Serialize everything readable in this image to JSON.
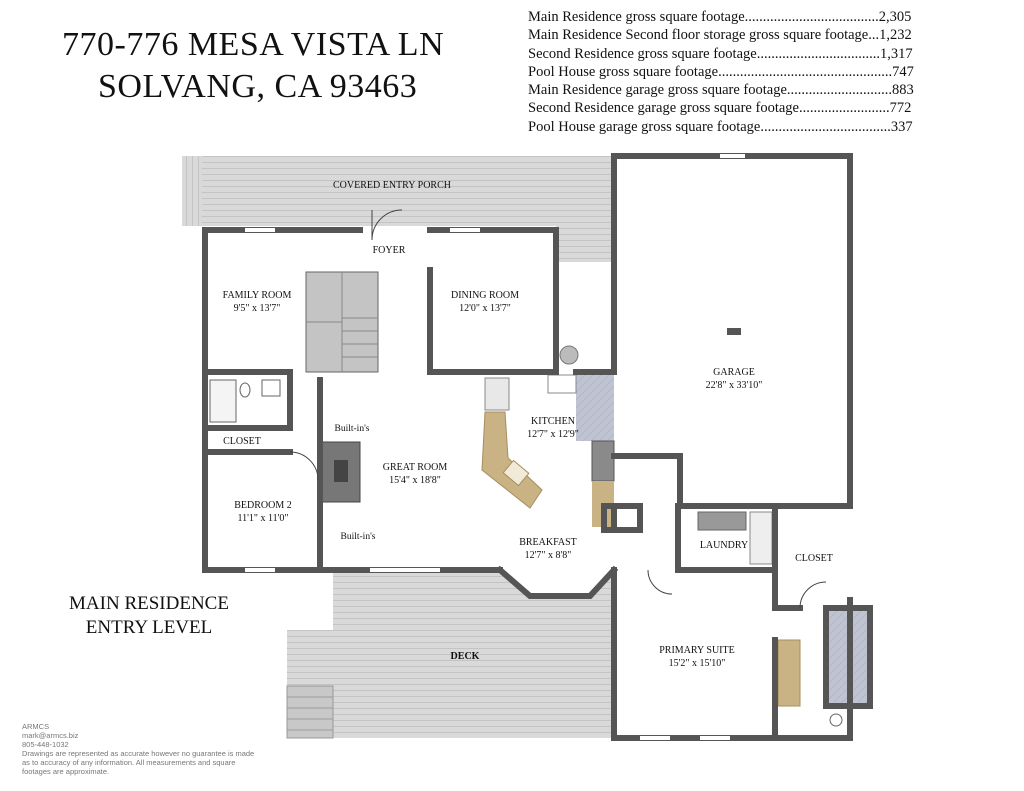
{
  "address": {
    "line1": "770-776 MESA VISTA LN",
    "line2": "SOLVANG, CA 93463"
  },
  "sqft_list": [
    "Main Residence gross square footage.....................................2,305",
    "Main Residence Second floor storage gross square footage...1,232",
    "Second Residence gross square footage..................................1,317",
    "Pool House gross square footage................................................747",
    "Main Residence garage gross square footage.............................883",
    "Second Residence garage gross square footage.........................772",
    "Pool House garage gross square footage....................................337"
  ],
  "floor_title": {
    "line1": "MAIN RESIDENCE",
    "line2": "ENTRY LEVEL"
  },
  "rooms": {
    "porch": {
      "name": "COVERED ENTRY PORCH"
    },
    "foyer": {
      "name": "FOYER"
    },
    "family": {
      "name": "FAMILY ROOM",
      "dims": "9'5\" x 13'7\""
    },
    "dining": {
      "name": "DINING ROOM",
      "dims": "12'0\" x 13'7\""
    },
    "garage": {
      "name": "GARAGE",
      "dims": "22'8\" x 33'10\""
    },
    "kitchen": {
      "name": "KITCHEN",
      "dims": "12'7\" x 12'9\""
    },
    "closet1": {
      "name": "CLOSET"
    },
    "great": {
      "name": "GREAT ROOM",
      "dims": "15'4\" x 18'8\""
    },
    "builtin1": {
      "name": "Built-in's"
    },
    "builtin2": {
      "name": "Built-in's"
    },
    "bedroom2": {
      "name": "BEDROOM 2",
      "dims": "11'1\" x 11'0\""
    },
    "breakfast": {
      "name": "BREAKFAST",
      "dims": "12'7\" x 8'8\""
    },
    "laundry": {
      "name": "LAUNDRY"
    },
    "closet2": {
      "name": "CLOSET"
    },
    "deck": {
      "name": "DECK"
    },
    "primary": {
      "name": "PRIMARY SUITE",
      "dims": "15'2\" x 15'10\""
    }
  },
  "credits": [
    "ARMCS",
    "mark@armcs.biz",
    "805-448-1032",
    "Drawings are represented as accurate however no guarantee is made",
    "as to accuracy of any information. All measurements and square",
    "footages are approximate."
  ],
  "colors": {
    "wall": "#555555",
    "deck": "#d8d8d8",
    "counter": "#c9b384",
    "tile": "#b8bccb"
  }
}
